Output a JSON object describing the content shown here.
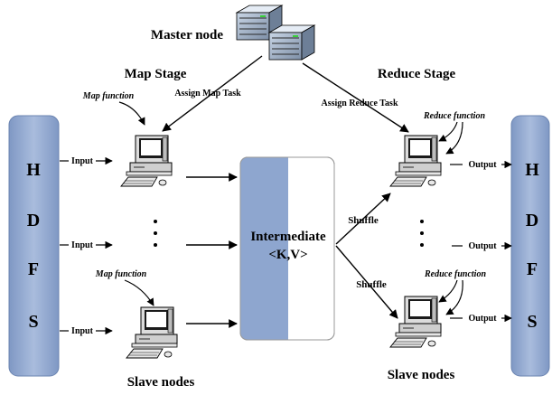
{
  "title": "Master node",
  "map_stage": {
    "label": "Map Stage",
    "assign_label": "Assign Map Task",
    "fn_label_top": "Map function",
    "fn_label_bottom": "Map function",
    "input_labels": [
      "Input",
      "Input",
      "Input"
    ],
    "slave_label": "Slave nodes"
  },
  "reduce_stage": {
    "label": "Reduce  Stage",
    "assign_label": "Assign Reduce Task",
    "fn_label_top": "Reduce function",
    "fn_label_bottom": "Reduce function",
    "output_labels": [
      "Output",
      "Output",
      "Output"
    ],
    "shuffle_labels": [
      "Shuffle",
      "Shuffle"
    ],
    "slave_label": "Slave nodes"
  },
  "intermediate": {
    "line1": "Intermediate",
    "line2": "<K,V>"
  },
  "hdfs_left": [
    "H",
    "D",
    "F",
    "S"
  ],
  "hdfs_right": [
    "H",
    "D",
    "F",
    "S"
  ],
  "colors": {
    "hdfs_fill": "#8ea6cf",
    "intermediate_fill": "#8ea6cf",
    "computer_body": "#d8d8d8",
    "screen": "#1a1a1a"
  }
}
